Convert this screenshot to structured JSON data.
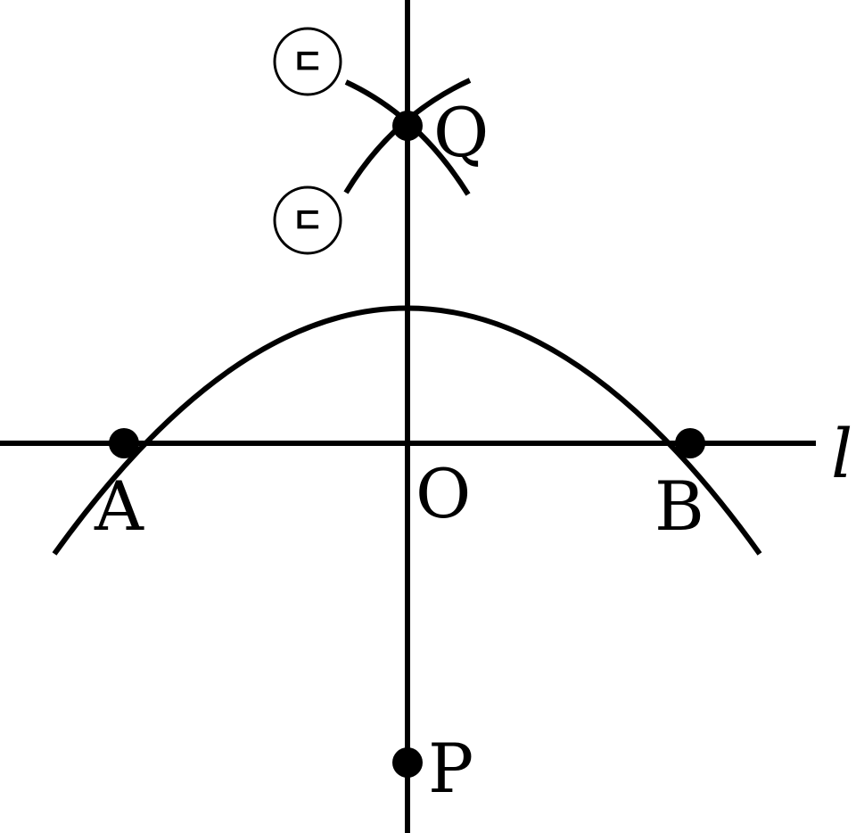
{
  "diagram": {
    "points": {
      "A": "A",
      "B": "B",
      "O": "O",
      "P": "P",
      "Q": "Q"
    },
    "line_label": "l",
    "arc_markers": [
      "ㄷ",
      "ㄷ"
    ]
  },
  "colors": {
    "ink": "#000000",
    "background": "#ffffff"
  }
}
